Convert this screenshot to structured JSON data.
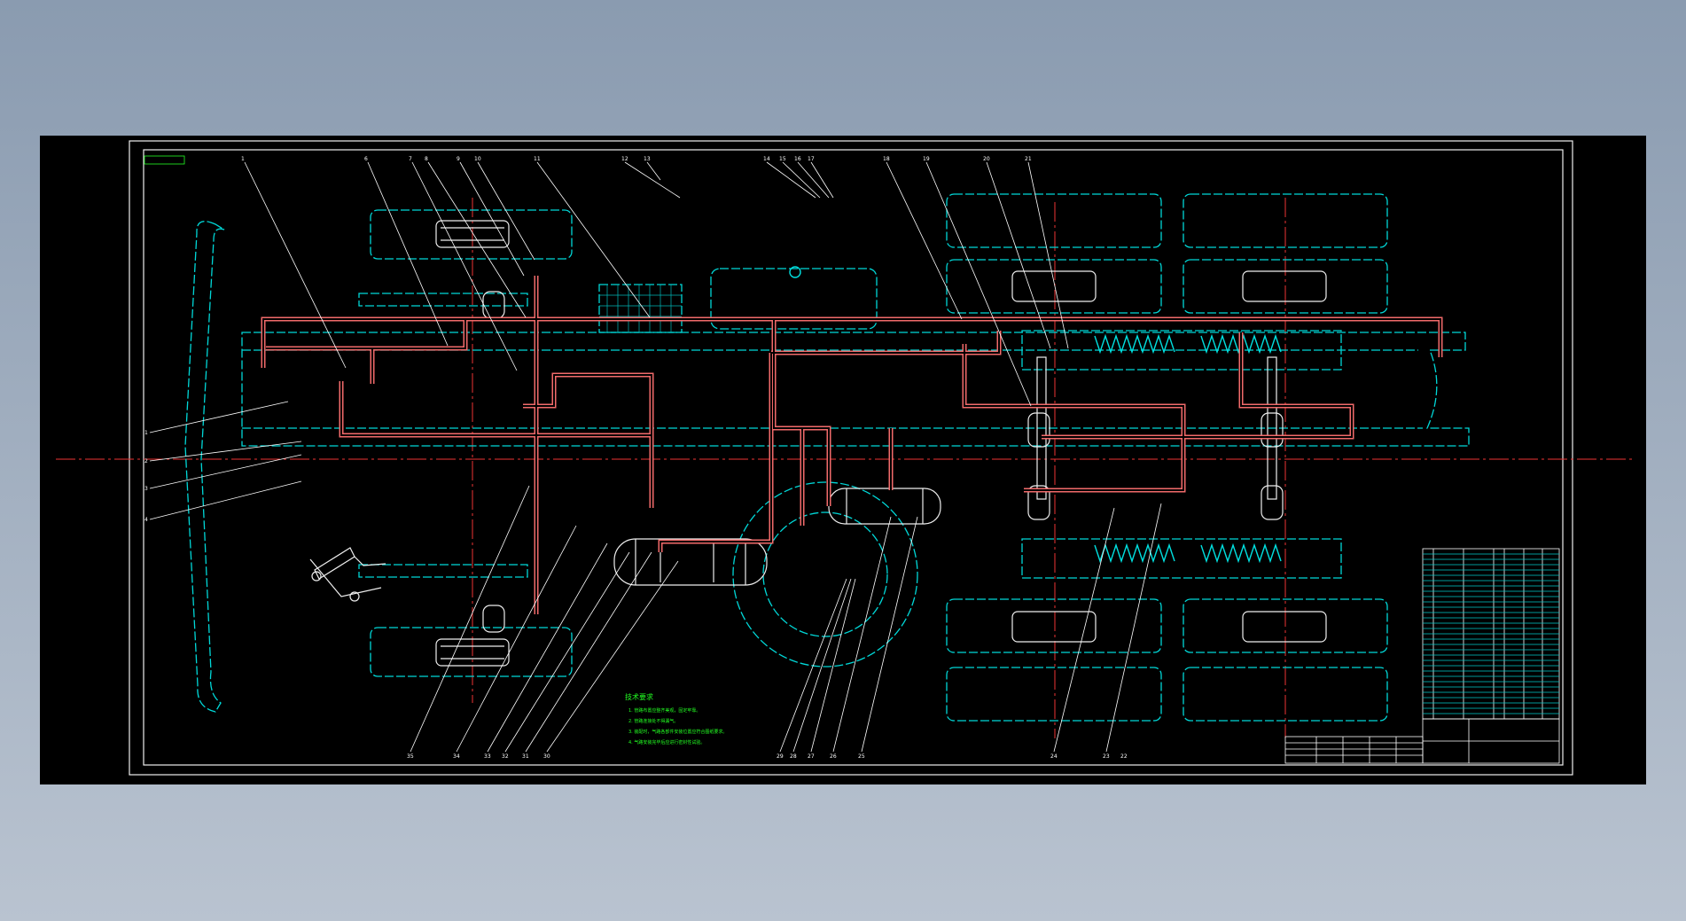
{
  "drawing": {
    "header_tag": "",
    "notes_title": "技术要求",
    "notes": [
      "1. 管路布置应整齐美观，固定牢靠。",
      "2. 管路连接处不得漏气。",
      "3. 装配时，气路各部件安装位置应符合图纸要求。",
      "4. 气路安装完毕后应进行密封性试验。"
    ],
    "balloons_top": [
      "1",
      "6",
      "7",
      "8",
      "9",
      "10",
      "11",
      "12",
      "13",
      "14",
      "15",
      "16",
      "17",
      "18",
      "19",
      "20",
      "21"
    ],
    "balloons_bottom": [
      "35",
      "34",
      "33",
      "32",
      "31",
      "30",
      "29",
      "28",
      "27",
      "26",
      "25",
      "24",
      "23",
      "22"
    ],
    "balloons_left": [
      "1",
      "2",
      "3",
      "4"
    ],
    "title_block": {
      "drawing_title": "",
      "drawing_number": ""
    }
  }
}
